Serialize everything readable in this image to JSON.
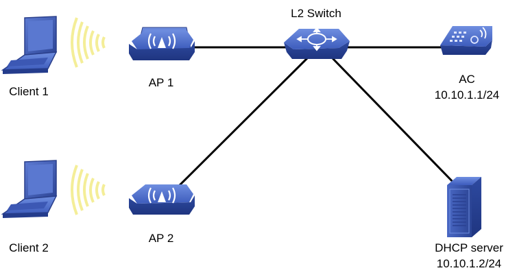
{
  "nodes": {
    "client1": {
      "label": "Client 1"
    },
    "client2": {
      "label": "Client 2"
    },
    "ap1": {
      "label": "AP 1"
    },
    "ap2": {
      "label": "AP 2"
    },
    "switch": {
      "label": "L2 Switch"
    },
    "ac": {
      "label": "AC",
      "ip": "10.10.1.1/24"
    },
    "dhcp": {
      "label": "DHCP server",
      "ip": "10.10.1.2/24"
    }
  },
  "links": [
    {
      "from": "AP 1",
      "to": "L2 Switch"
    },
    {
      "from": "AP 2",
      "to": "L2 Switch"
    },
    {
      "from": "L2 Switch",
      "to": "AC"
    },
    {
      "from": "L2 Switch",
      "to": "DHCP server"
    }
  ],
  "colors": {
    "device_blue": "#3a56b0",
    "device_top": "#5b79d0",
    "wave_yellow": "#f4ee98",
    "link": "#000000"
  },
  "icons": {
    "client": "laptop-icon",
    "ap": "wireless-access-point-icon",
    "switch": "switch-icon",
    "ac": "access-controller-icon",
    "server": "server-icon"
  }
}
